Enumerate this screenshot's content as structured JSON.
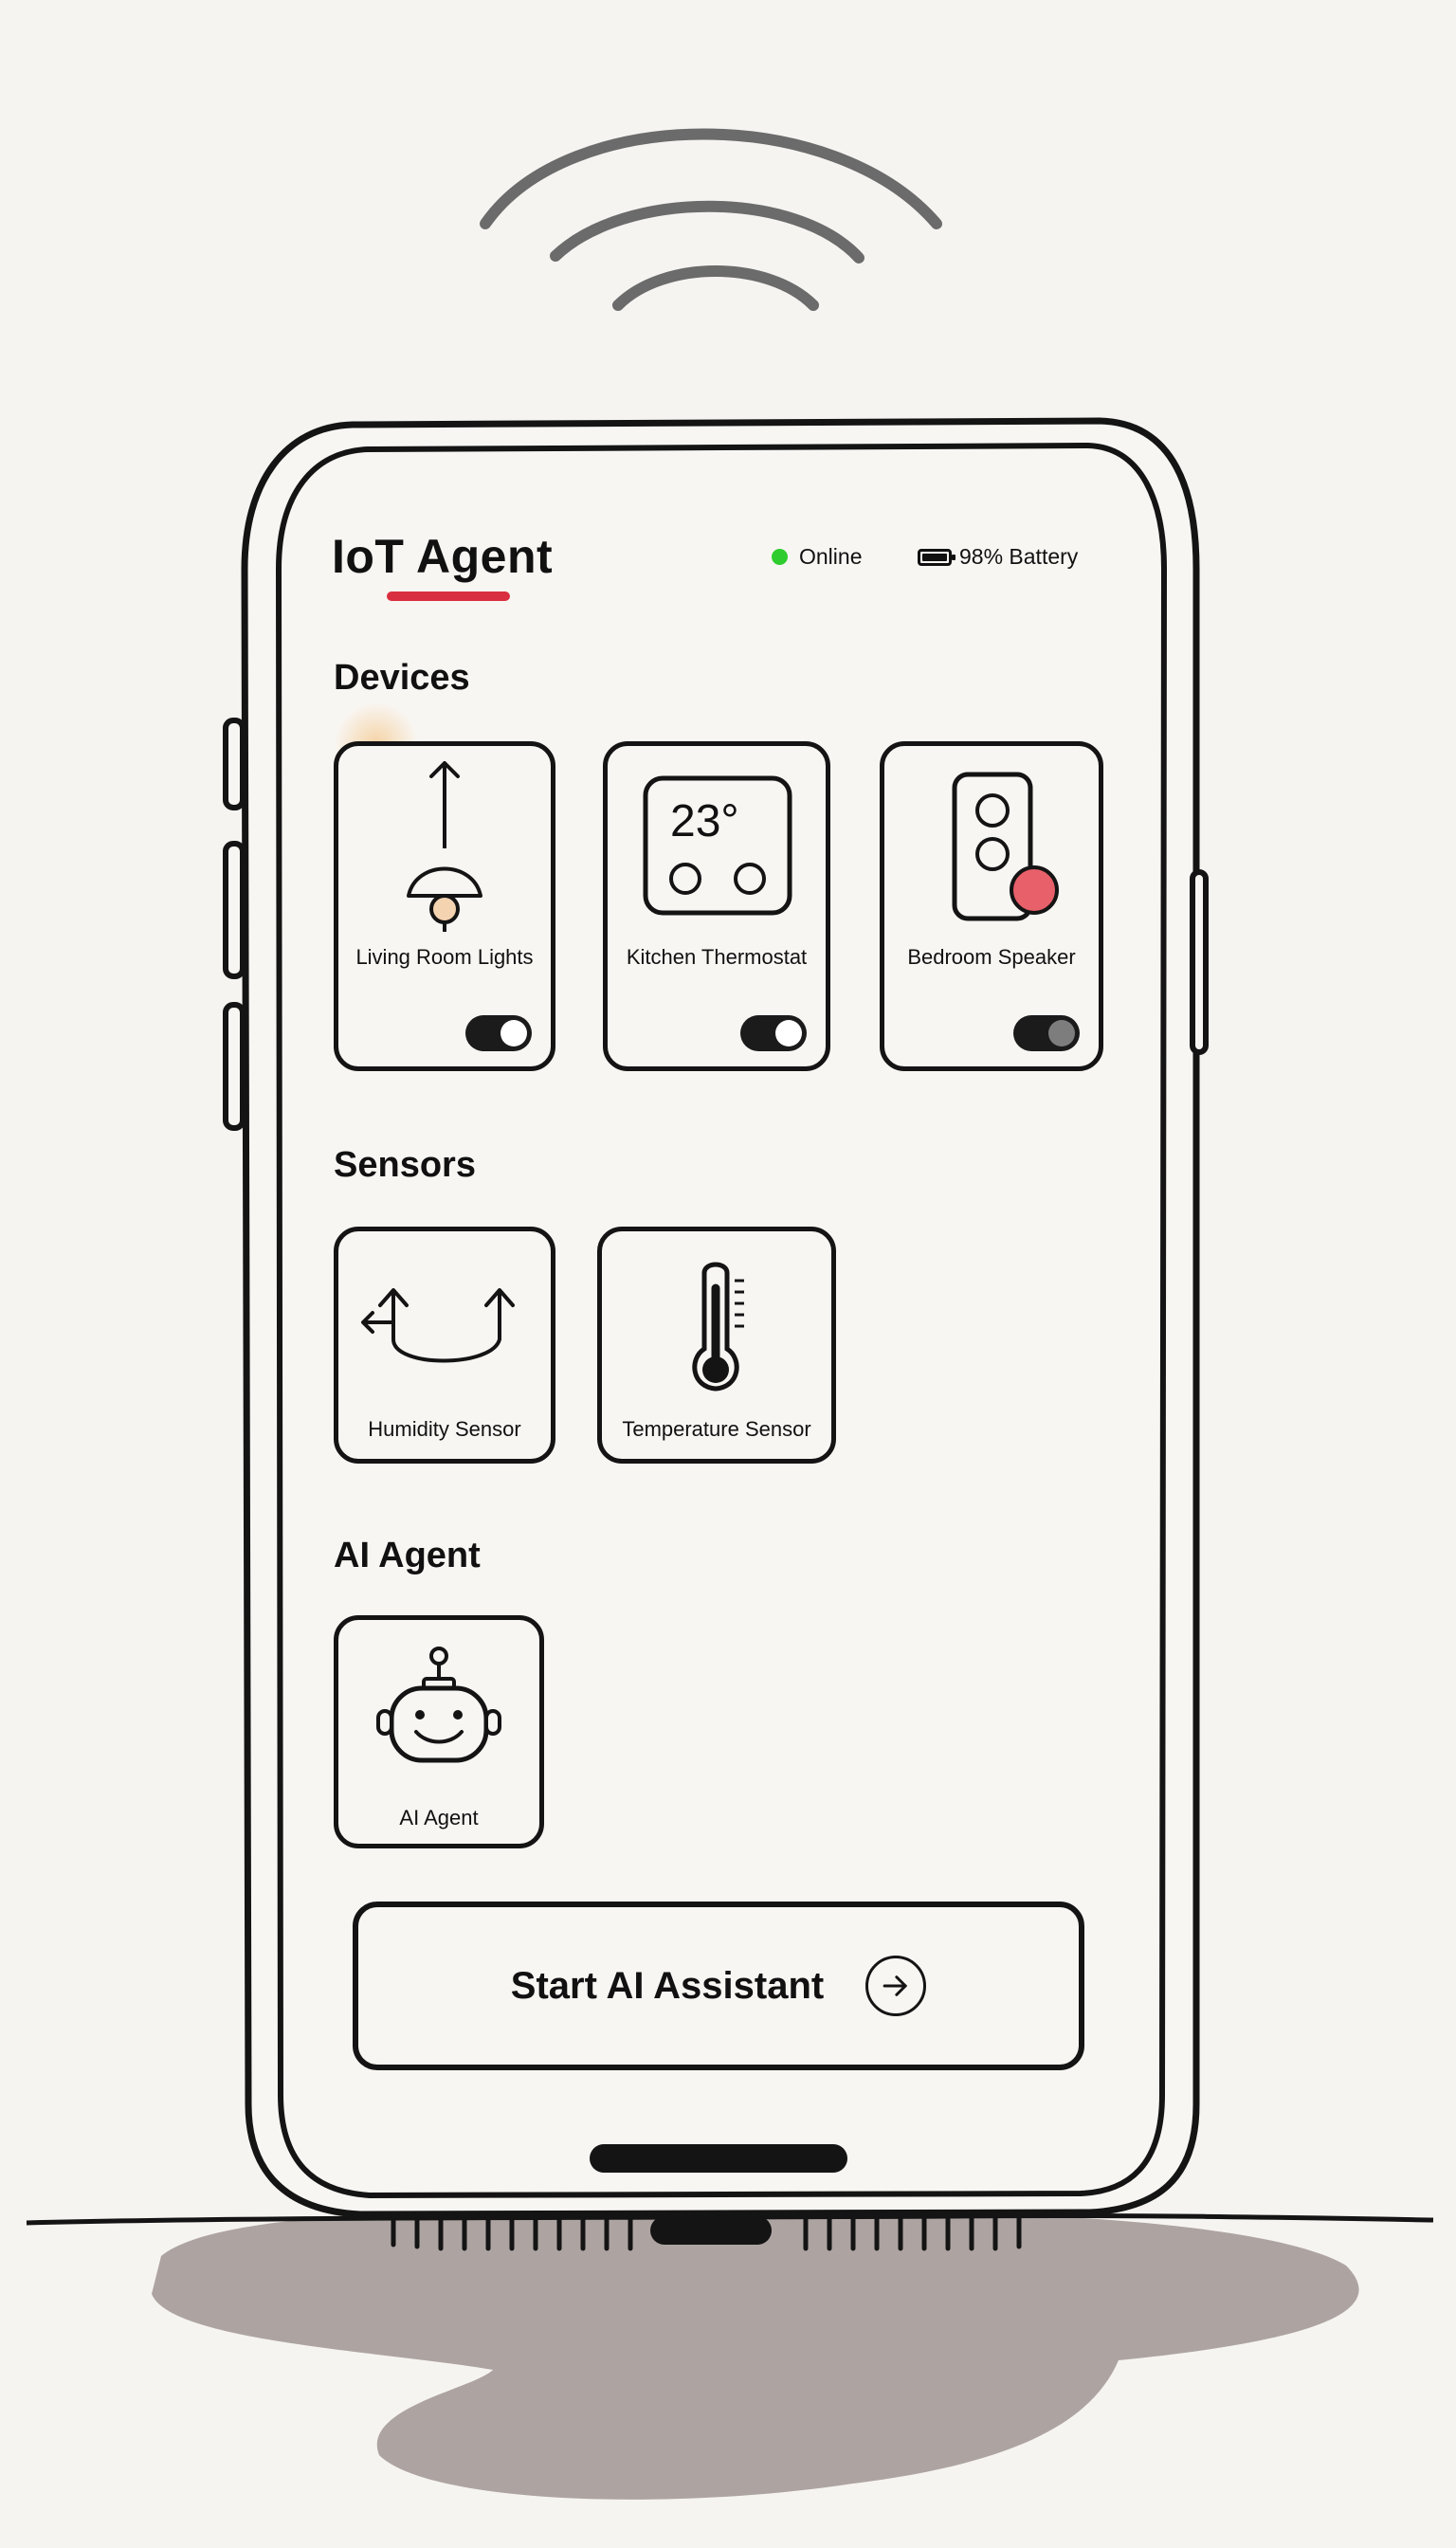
{
  "header": {
    "title": "IoT Agent",
    "status": "Online",
    "battery": "98% Battery"
  },
  "sections": {
    "devices": "Devices",
    "sensors": "Sensors",
    "agent": "AI Agent"
  },
  "devices": [
    {
      "label": "Living Room Lights",
      "icon": "pendant-lamp-icon",
      "on": true
    },
    {
      "label": "Kitchen Thermostat",
      "icon": "thermostat-icon",
      "reading": "23°",
      "on": true
    },
    {
      "label": "Bedroom Speaker",
      "icon": "speaker-icon",
      "on": false
    }
  ],
  "sensors": [
    {
      "label": "Humidity Sensor",
      "icon": "humidity-arrows-icon"
    },
    {
      "label": "Temperature Sensor",
      "icon": "thermometer-icon"
    }
  ],
  "agent": {
    "label": "AI Agent",
    "icon": "robot-icon"
  },
  "cta": {
    "label": "Start AI Assistant",
    "icon": "arrow-right-icon"
  },
  "colors": {
    "accent": "#d92e3f",
    "online": "#2fcc2f",
    "speaker_dot": "#e8606a",
    "ink": "#141414",
    "shadow": "#ada4a2"
  }
}
